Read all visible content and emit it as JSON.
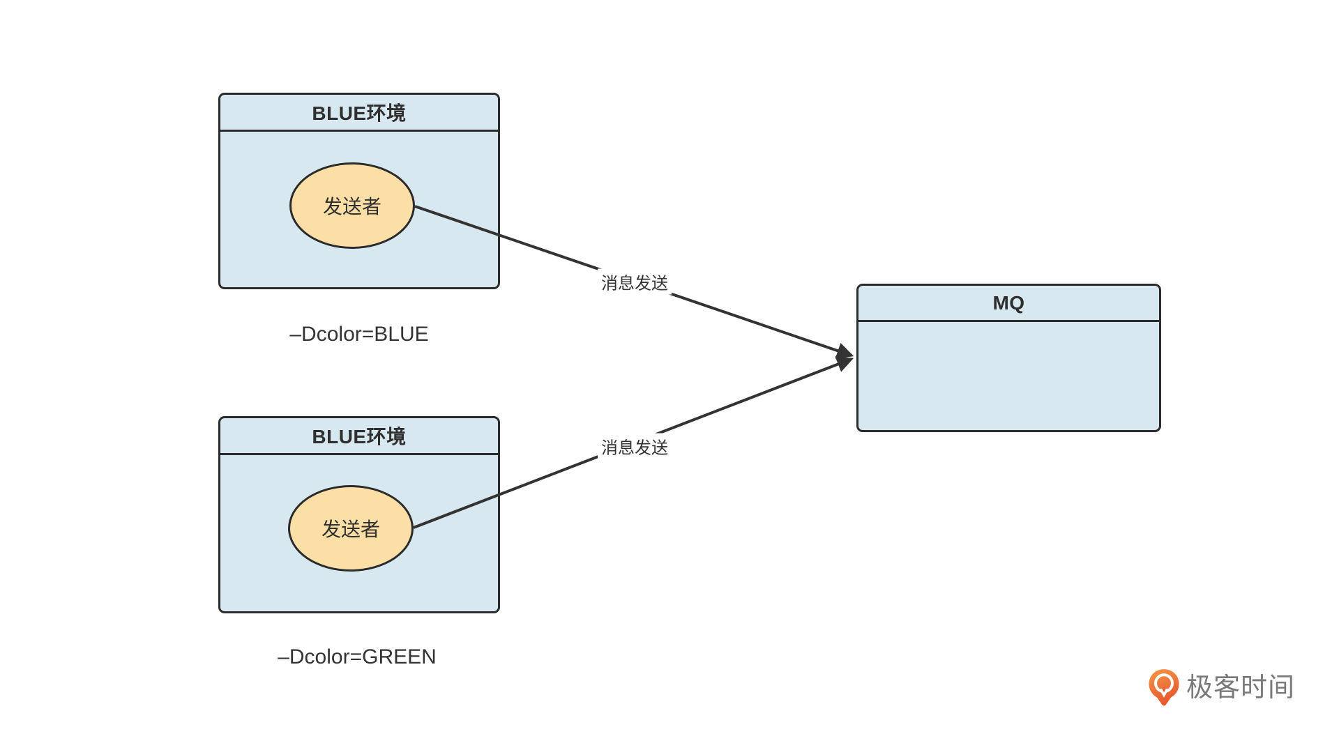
{
  "diagram": {
    "env_boxes": [
      {
        "title": "BLUE环境",
        "node_label": "发送者",
        "caption": "–Dcolor=BLUE"
      },
      {
        "title": "BLUE环境",
        "node_label": "发送者",
        "caption": "–Dcolor=GREEN"
      }
    ],
    "mq_box": {
      "title": "MQ"
    },
    "arrows": [
      {
        "label": "消息发送"
      },
      {
        "label": "消息发送"
      }
    ]
  },
  "logo": {
    "text": "极客时间",
    "icon": "geektime-pin-icon"
  },
  "colors": {
    "box_fill": "#D8E8F1",
    "box_border": "#2B2B2B",
    "ellipse_fill": "#FBDFA6",
    "arrow_line": "#333333",
    "text": "#333333",
    "logo_orange_top": "#F2984A",
    "logo_orange_bottom": "#E8582C",
    "logo_text_gray": "#7A7A7A",
    "background": "#FFFFFF"
  }
}
